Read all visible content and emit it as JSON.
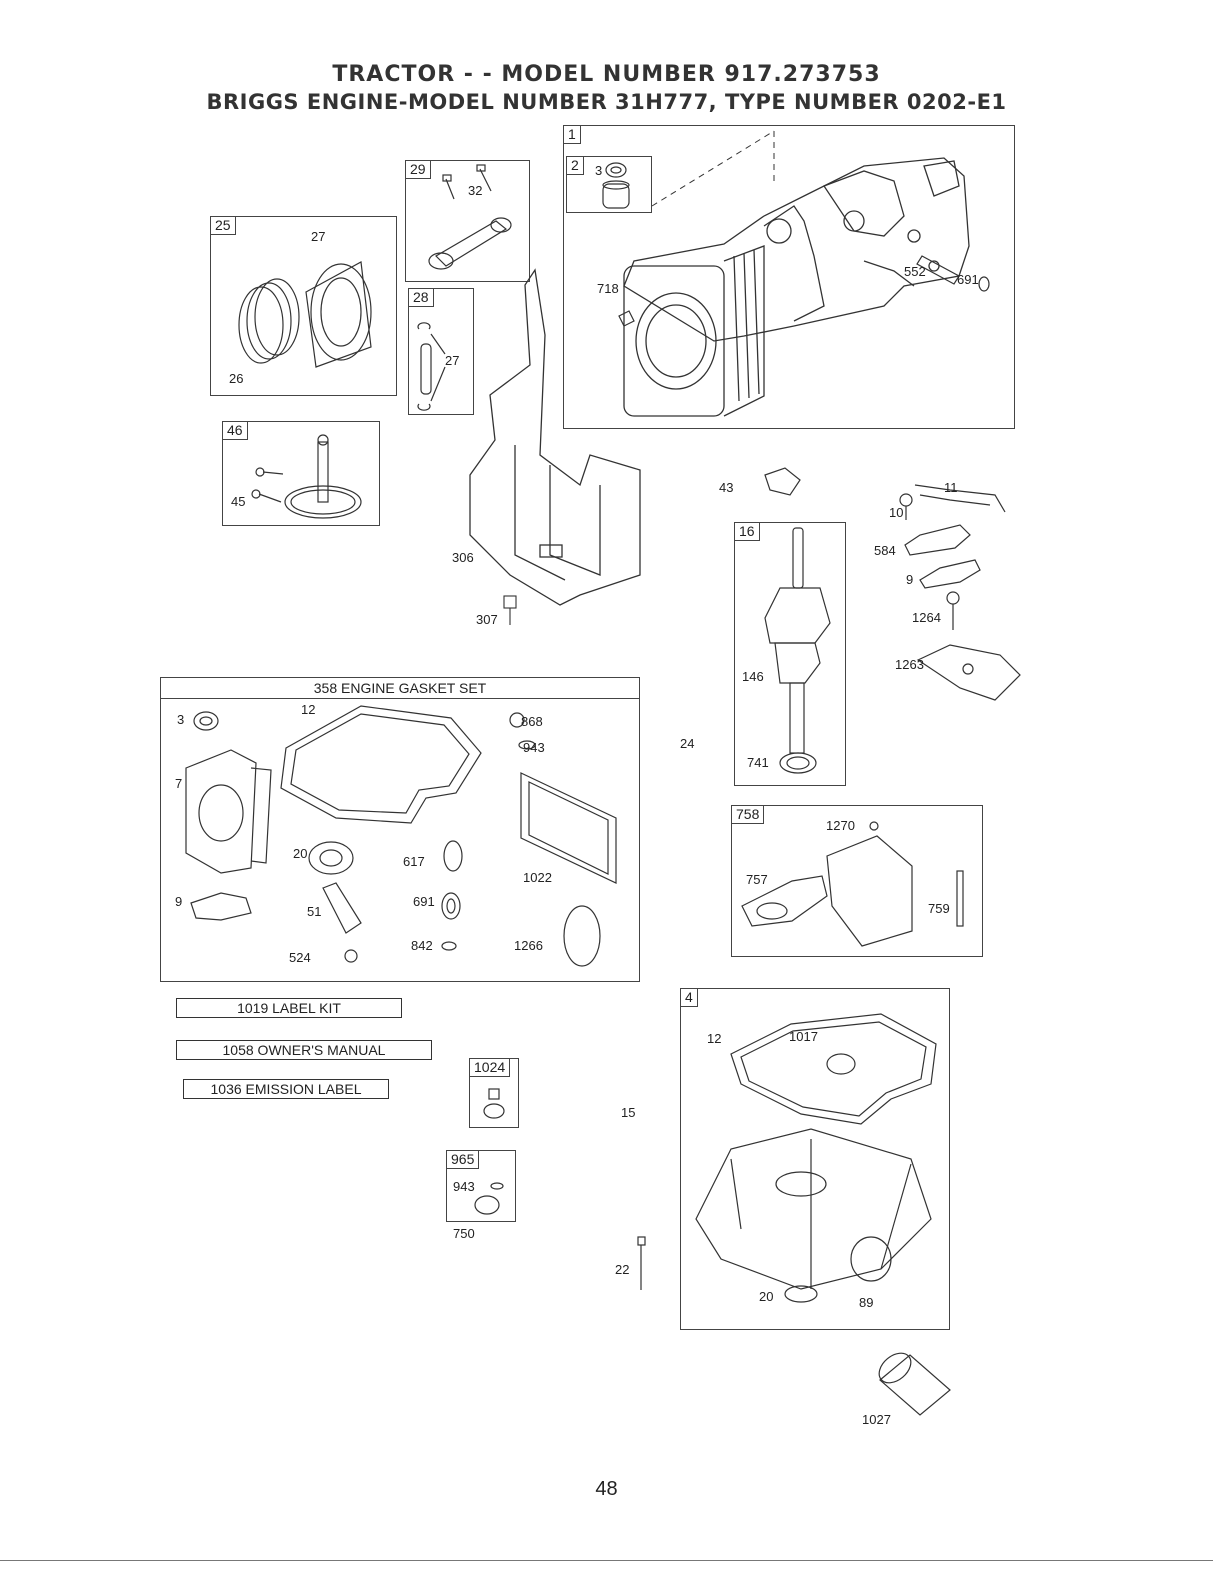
{
  "header": {
    "line1": "TRACTOR - - MODEL NUMBER  917.273753",
    "line2": "BRIGGS ENGINE-MODEL NUMBER 31H777, TYPE NUMBER 0202-E1"
  },
  "boxes": {
    "b1": "1",
    "b2": "2",
    "b25": "25",
    "b29": "29",
    "b28": "28",
    "b46": "46",
    "b16": "16",
    "b758": "758",
    "b4": "4",
    "b1024": "1024",
    "b965": "965"
  },
  "gasket_set": {
    "title": "358 ENGINE GASKET SET"
  },
  "kits": {
    "label_kit": "1019 LABEL KIT",
    "owners_manual": "1058 OWNER'S MANUAL",
    "emission_label": "1036 EMISSION LABEL"
  },
  "labels": {
    "p3": "3",
    "p27a": "27",
    "p26": "26",
    "p32": "32",
    "p27b": "27",
    "p718": "718",
    "p552": "552",
    "p691": "691",
    "p45": "45",
    "p306": "306",
    "p307": "307",
    "p43": "43",
    "p10": "10",
    "p11": "11",
    "p584": "584",
    "p9": "9",
    "p1264": "1264",
    "p1263": "1263",
    "p146": "146",
    "p741": "741",
    "p24": "24",
    "g3": "3",
    "g12": "12",
    "g868": "868",
    "g943": "943",
    "g7": "7",
    "g20": "20",
    "g617": "617",
    "g1022": "1022",
    "g9": "9",
    "g51": "51",
    "g691": "691",
    "g524": "524",
    "g842": "842",
    "g1266": "1266",
    "p1270": "1270",
    "p757": "757",
    "p759": "759",
    "p12": "12",
    "p1017": "1017",
    "p15": "15",
    "p22": "22",
    "p20": "20",
    "p89": "89",
    "p1027": "1027",
    "p943b": "943",
    "p750": "750"
  },
  "page": {
    "number": "48"
  }
}
